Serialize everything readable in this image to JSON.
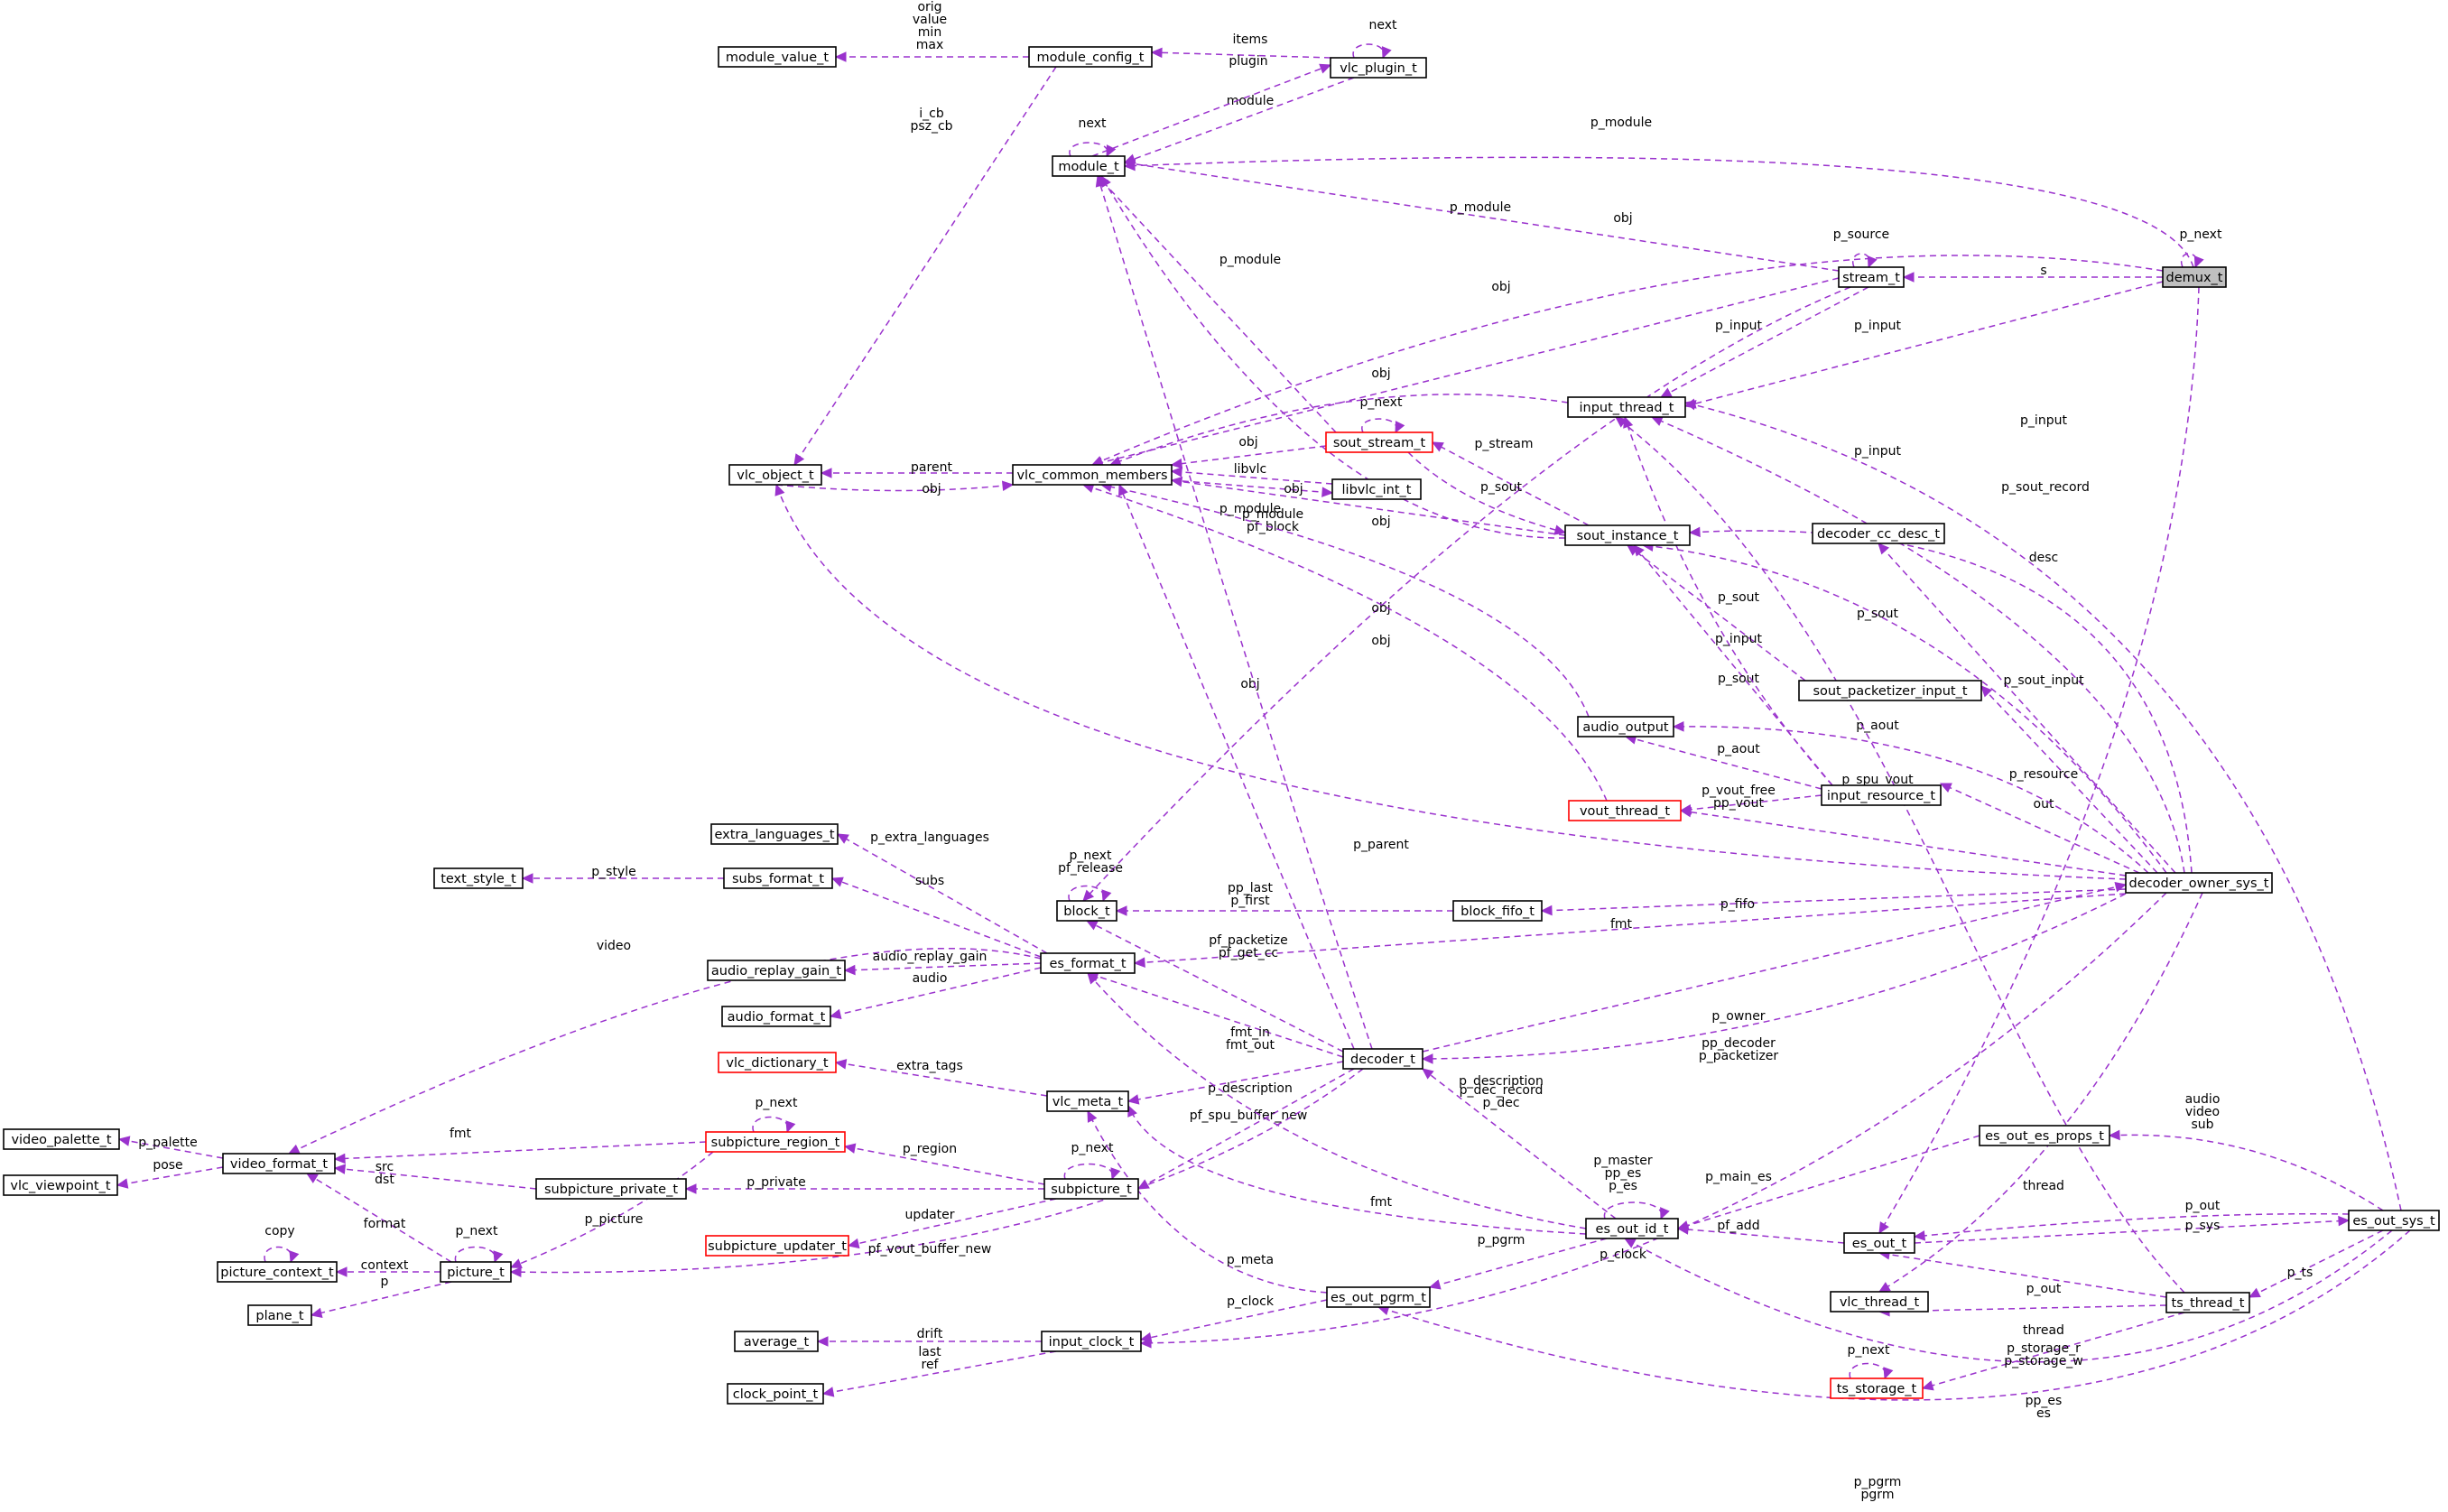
{
  "diagram": {
    "focus": "demux_t",
    "colors": {
      "edge": "#9a32cd",
      "node_border": "#000000",
      "incomplete_node_border": "#ff0000",
      "focus_fill": "#bfbfbf"
    },
    "nodes": [
      {
        "id": "demux_t",
        "label": "demux_t",
        "focus": true
      },
      {
        "id": "stream_t",
        "label": "stream_t"
      },
      {
        "id": "module_t",
        "label": "module_t"
      },
      {
        "id": "module_config_t",
        "label": "module_config_t"
      },
      {
        "id": "vlc_plugin_t",
        "label": "vlc_plugin_t"
      },
      {
        "id": "module_value_t",
        "label": "module_value_t"
      },
      {
        "id": "vlc_object_t",
        "label": "vlc_object_t"
      },
      {
        "id": "vlc_common_members",
        "label": "vlc_common_members"
      },
      {
        "id": "libvlc_int_t",
        "label": "libvlc_int_t"
      },
      {
        "id": "sout_stream_t",
        "label": "sout_stream_t",
        "incomplete": true
      },
      {
        "id": "input_thread_t",
        "label": "input_thread_t"
      },
      {
        "id": "sout_instance_t",
        "label": "sout_instance_t"
      },
      {
        "id": "decoder_cc_desc_t",
        "label": "decoder_cc_desc_t"
      },
      {
        "id": "sout_packetizer_input_t",
        "label": "sout_packetizer_input_t"
      },
      {
        "id": "audio_output",
        "label": "audio_output"
      },
      {
        "id": "vout_thread_t",
        "label": "vout_thread_t",
        "incomplete": true
      },
      {
        "id": "input_resource_t",
        "label": "input_resource_t"
      },
      {
        "id": "decoder_owner_sys_t",
        "label": "decoder_owner_sys_t"
      },
      {
        "id": "block_t",
        "label": "block_t"
      },
      {
        "id": "block_fifo_t",
        "label": "block_fifo_t"
      },
      {
        "id": "extra_languages_t",
        "label": "extra_languages_t"
      },
      {
        "id": "subs_format_t",
        "label": "subs_format_t"
      },
      {
        "id": "text_style_t",
        "label": "text_style_t"
      },
      {
        "id": "es_format_t",
        "label": "es_format_t"
      },
      {
        "id": "audio_replay_gain_t",
        "label": "audio_replay_gain_t"
      },
      {
        "id": "audio_format_t",
        "label": "audio_format_t"
      },
      {
        "id": "decoder_t",
        "label": "decoder_t"
      },
      {
        "id": "vlc_dictionary_t",
        "label": "vlc_dictionary_t",
        "incomplete": true
      },
      {
        "id": "vlc_meta_t",
        "label": "vlc_meta_t"
      },
      {
        "id": "video_palette_t",
        "label": "video_palette_t"
      },
      {
        "id": "video_format_t",
        "label": "video_format_t"
      },
      {
        "id": "vlc_viewpoint_t",
        "label": "vlc_viewpoint_t"
      },
      {
        "id": "subpicture_region_t",
        "label": "subpicture_region_t",
        "incomplete": true
      },
      {
        "id": "subpicture_private_t",
        "label": "subpicture_private_t"
      },
      {
        "id": "subpicture_t",
        "label": "subpicture_t"
      },
      {
        "id": "subpicture_updater_t",
        "label": "subpicture_updater_t",
        "incomplete": true
      },
      {
        "id": "picture_context_t",
        "label": "picture_context_t"
      },
      {
        "id": "picture_t",
        "label": "picture_t"
      },
      {
        "id": "plane_t",
        "label": "plane_t"
      },
      {
        "id": "es_out_es_props_t",
        "label": "es_out_es_props_t"
      },
      {
        "id": "es_out_id_t",
        "label": "es_out_id_t"
      },
      {
        "id": "es_out_t",
        "label": "es_out_t"
      },
      {
        "id": "es_out_sys_t",
        "label": "es_out_sys_t"
      },
      {
        "id": "es_out_pgrm_t",
        "label": "es_out_pgrm_t"
      },
      {
        "id": "vlc_thread_t",
        "label": "vlc_thread_t"
      },
      {
        "id": "ts_thread_t",
        "label": "ts_thread_t"
      },
      {
        "id": "ts_storage_t",
        "label": "ts_storage_t",
        "incomplete": true
      },
      {
        "id": "average_t",
        "label": "average_t"
      },
      {
        "id": "input_clock_t",
        "label": "input_clock_t"
      },
      {
        "id": "clock_point_t",
        "label": "clock_point_t"
      }
    ],
    "edges": [
      {
        "from": "demux_t",
        "to": "demux_t",
        "label": [
          "p_next"
        ]
      },
      {
        "from": "demux_t",
        "to": "stream_t",
        "label": [
          "s"
        ]
      },
      {
        "from": "demux_t",
        "to": "module_t",
        "label": [
          "p_module"
        ]
      },
      {
        "from": "demux_t",
        "to": "vlc_common_members",
        "label": [
          "obj"
        ]
      },
      {
        "from": "demux_t",
        "to": "input_thread_t",
        "label": [
          "p_input"
        ]
      },
      {
        "from": "demux_t",
        "to": "es_out_t",
        "label": [
          "out"
        ]
      },
      {
        "from": "stream_t",
        "to": "stream_t",
        "label": [
          "p_source"
        ]
      },
      {
        "from": "stream_t",
        "to": "module_t",
        "label": [
          "p_module"
        ]
      },
      {
        "from": "stream_t",
        "to": "vlc_common_members",
        "label": [
          "obj"
        ]
      },
      {
        "from": "stream_t",
        "to": "input_thread_t",
        "label": [
          "p_input"
        ]
      },
      {
        "from": "stream_t",
        "to": "block_t",
        "label": []
      },
      {
        "from": "module_t",
        "to": "module_t",
        "label": [
          "next"
        ]
      },
      {
        "from": "module_config_t",
        "to": "module_value_t",
        "label": [
          "orig",
          "value",
          "min",
          "max"
        ]
      },
      {
        "from": "module_config_t",
        "to": "vlc_object_t",
        "label": [
          "i_cb",
          "psz_cb"
        ]
      },
      {
        "from": "vlc_plugin_t",
        "to": "module_config_t",
        "label": [
          "items"
        ]
      },
      {
        "from": "vlc_plugin_t",
        "to": "vlc_plugin_t",
        "label": [
          "next"
        ]
      },
      {
        "from": "vlc_plugin_t",
        "to": "module_t",
        "label": [
          "module"
        ]
      },
      {
        "from": "module_t",
        "to": "vlc_plugin_t",
        "label": [
          "plugin"
        ]
      },
      {
        "from": "vlc_common_members",
        "to": "vlc_object_t",
        "label": [
          "parent"
        ]
      },
      {
        "from": "vlc_object_t",
        "to": "vlc_common_members",
        "label": [
          "obj"
        ]
      },
      {
        "from": "libvlc_int_t",
        "to": "vlc_common_members",
        "label": [
          "libvlc"
        ]
      },
      {
        "from": "vlc_common_members",
        "to": "libvlc_int_t",
        "label": [
          "obj"
        ]
      },
      {
        "from": "sout_stream_t",
        "to": "sout_stream_t",
        "label": [
          "p_next"
        ]
      },
      {
        "from": "sout_stream_t",
        "to": "vlc_common_members",
        "label": [
          "obj"
        ]
      },
      {
        "from": "sout_stream_t",
        "to": "module_t",
        "label": [
          "p_module"
        ]
      },
      {
        "from": "input_thread_t",
        "to": "vlc_common_members",
        "label": [
          "obj"
        ]
      },
      {
        "from": "sout_instance_t",
        "to": "sout_stream_t",
        "label": [
          "p_stream"
        ]
      },
      {
        "from": "sout_stream_t",
        "to": "sout_instance_t",
        "label": [
          "p_sout"
        ]
      },
      {
        "from": "sout_instance_t",
        "to": "vlc_common_members",
        "label": [
          "obj"
        ]
      },
      {
        "from": "sout_instance_t",
        "to": "module_t",
        "label": [
          "p_module",
          "pf_block"
        ]
      },
      {
        "from": "decoder_owner_sys_t",
        "to": "input_thread_t",
        "label": [
          "p_input"
        ]
      },
      {
        "from": "decoder_owner_sys_t",
        "to": "sout_instance_t",
        "label": [
          "p_sout_record"
        ]
      },
      {
        "from": "decoder_owner_sys_t",
        "to": "decoder_cc_desc_t",
        "label": [
          "desc"
        ]
      },
      {
        "from": "decoder_owner_sys_t",
        "to": "sout_instance_t",
        "label": [
          "p_sout"
        ]
      },
      {
        "from": "decoder_owner_sys_t",
        "to": "sout_packetizer_input_t",
        "label": [
          "p_sout_input"
        ]
      },
      {
        "from": "decoder_owner_sys_t",
        "to": "audio_output",
        "label": [
          "p_aout"
        ]
      },
      {
        "from": "decoder_owner_sys_t",
        "to": "input_resource_t",
        "label": [
          "p_resource"
        ]
      },
      {
        "from": "decoder_owner_sys_t",
        "to": "vout_thread_t",
        "label": [
          "p_spu_vout",
          "p_vout"
        ]
      },
      {
        "from": "decoder_owner_sys_t",
        "to": "vlc_object_t",
        "label": [
          "p_parent"
        ]
      },
      {
        "from": "decoder_owner_sys_t",
        "to": "block_fifo_t",
        "label": [
          "p_fifo"
        ]
      },
      {
        "from": "decoder_owner_sys_t",
        "to": "es_format_t",
        "label": [
          "fmt"
        ]
      },
      {
        "from": "decoder_owner_sys_t",
        "to": "decoder_t",
        "label": [
          "pp_decoder",
          "p_packetizer"
        ]
      },
      {
        "from": "decoder_owner_sys_t",
        "to": "vlc_thread_t",
        "label": [
          "thread"
        ]
      },
      {
        "from": "sout_packetizer_input_t",
        "to": "sout_instance_t",
        "label": [
          "p_sout"
        ]
      },
      {
        "from": "input_resource_t",
        "to": "sout_instance_t",
        "label": [
          "p_sout"
        ]
      },
      {
        "from": "input_resource_t",
        "to": "input_thread_t",
        "label": [
          "p_input"
        ]
      },
      {
        "from": "input_resource_t",
        "to": "audio_output",
        "label": [
          "p_aout"
        ]
      },
      {
        "from": "input_resource_t",
        "to": "vout_thread_t",
        "label": [
          "p_vout_free",
          "pp_vout"
        ]
      },
      {
        "from": "audio_output",
        "to": "vlc_common_members",
        "label": [
          "obj"
        ]
      },
      {
        "from": "vout_thread_t",
        "to": "vlc_common_members",
        "label": [
          "obj"
        ]
      },
      {
        "from": "block_fifo_t",
        "to": "block_t",
        "label": [
          "pp_last",
          "p_first"
        ]
      },
      {
        "from": "block_t",
        "to": "block_t",
        "label": [
          "p_next",
          "pf_release"
        ]
      },
      {
        "from": "es_format_t",
        "to": "extra_languages_t",
        "label": [
          "p_extra_languages"
        ]
      },
      {
        "from": "es_format_t",
        "to": "subs_format_t",
        "label": [
          "subs"
        ]
      },
      {
        "from": "subs_format_t",
        "to": "text_style_t",
        "label": [
          "p_style"
        ]
      },
      {
        "from": "es_format_t",
        "to": "video_format_t",
        "label": [
          "video"
        ]
      },
      {
        "from": "es_format_t",
        "to": "audio_replay_gain_t",
        "label": [
          "audio_replay_gain"
        ]
      },
      {
        "from": "es_format_t",
        "to": "audio_format_t",
        "label": [
          "audio"
        ]
      },
      {
        "from": "decoder_t",
        "to": "block_t",
        "label": [
          "pf_packetize",
          "pf_get_cc"
        ]
      },
      {
        "from": "decoder_t",
        "to": "es_format_t",
        "label": [
          "fmt_in",
          "fmt_out"
        ]
      },
      {
        "from": "decoder_t",
        "to": "vlc_common_members",
        "label": [
          "obj"
        ]
      },
      {
        "from": "decoder_t",
        "to": "module_t",
        "label": [
          "p_module"
        ]
      },
      {
        "from": "decoder_t",
        "to": "vlc_meta_t",
        "label": [
          "p_description"
        ]
      },
      {
        "from": "decoder_t",
        "to": "subpicture_t",
        "label": [
          "pf_spu_buffer_new"
        ]
      },
      {
        "from": "decoder_t",
        "to": "picture_t",
        "label": [
          "pf_vout_buffer_new"
        ]
      },
      {
        "from": "decoder_t",
        "to": "decoder_owner_sys_t",
        "label": [
          "p_owner"
        ]
      },
      {
        "from": "vlc_meta_t",
        "to": "vlc_dictionary_t",
        "label": [
          "extra_tags"
        ]
      },
      {
        "from": "video_format_t",
        "to": "video_palette_t",
        "label": [
          "p_palette"
        ]
      },
      {
        "from": "video_format_t",
        "to": "vlc_viewpoint_t",
        "label": [
          "pose"
        ]
      },
      {
        "from": "subpicture_region_t",
        "to": "video_format_t",
        "label": [
          "fmt"
        ]
      },
      {
        "from": "subpicture_region_t",
        "to": "subpicture_region_t",
        "label": [
          "p_next"
        ]
      },
      {
        "from": "subpicture_region_t",
        "to": "picture_t",
        "label": [
          "p_picture"
        ]
      },
      {
        "from": "subpicture_private_t",
        "to": "video_format_t",
        "label": [
          "src",
          "dst"
        ]
      },
      {
        "from": "subpicture_t",
        "to": "subpicture_region_t",
        "label": [
          "p_region"
        ]
      },
      {
        "from": "subpicture_t",
        "to": "subpicture_private_t",
        "label": [
          "p_private"
        ]
      },
      {
        "from": "subpicture_t",
        "to": "subpicture_t",
        "label": [
          "p_next"
        ]
      },
      {
        "from": "subpicture_t",
        "to": "subpicture_updater_t",
        "label": [
          "updater"
        ]
      },
      {
        "from": "picture_t",
        "to": "video_format_t",
        "label": [
          "format"
        ]
      },
      {
        "from": "picture_t",
        "to": "picture_t",
        "label": [
          "p_next"
        ]
      },
      {
        "from": "picture_t",
        "to": "picture_context_t",
        "label": [
          "context"
        ]
      },
      {
        "from": "picture_context_t",
        "to": "picture_context_t",
        "label": [
          "copy"
        ]
      },
      {
        "from": "picture_t",
        "to": "plane_t",
        "label": [
          "p"
        ]
      },
      {
        "from": "es_out_id_t",
        "to": "decoder_t",
        "label": [
          "p_dec_record",
          "p_dec"
        ]
      },
      {
        "from": "es_out_id_t",
        "to": "es_out_id_t",
        "label": [
          "p_master",
          "pp_es",
          "p_es"
        ]
      },
      {
        "from": "es_out_es_props_t",
        "to": "es_out_id_t",
        "label": [
          "p_main_es"
        ]
      },
      {
        "from": "es_out_id_t",
        "to": "es_format_t",
        "label": [
          "fmt"
        ]
      },
      {
        "from": "es_out_id_t",
        "to": "vlc_meta_t",
        "label": [
          "p_description"
        ]
      },
      {
        "from": "es_out_id_t",
        "to": "es_out_pgrm_t",
        "label": [
          "p_pgrm"
        ]
      },
      {
        "from": "es_out_t",
        "to": "es_out_id_t",
        "label": [
          "pf_add"
        ]
      },
      {
        "from": "es_out_t",
        "to": "es_out_sys_t",
        "label": [
          "p_sys"
        ]
      },
      {
        "from": "es_out_sys_t",
        "to": "es_out_t",
        "label": [
          "p_out"
        ]
      },
      {
        "from": "es_out_sys_t",
        "to": "es_out_es_props_t",
        "label": [
          "audio",
          "video",
          "sub"
        ]
      },
      {
        "from": "es_out_sys_t",
        "to": "input_thread_t",
        "label": [
          "p_input"
        ]
      },
      {
        "from": "es_out_sys_t",
        "to": "ts_thread_t",
        "label": [
          "p_ts"
        ]
      },
      {
        "from": "es_out_sys_t",
        "to": "es_out_id_t",
        "label": [
          "pp_es",
          "es"
        ]
      },
      {
        "from": "es_out_sys_t",
        "to": "es_out_pgrm_t",
        "label": [
          "p_pgrm",
          "pgrm"
        ]
      },
      {
        "from": "ts_thread_t",
        "to": "es_out_t",
        "label": [
          "p_out"
        ]
      },
      {
        "from": "ts_thread_t",
        "to": "vlc_thread_t",
        "label": [
          "thread"
        ]
      },
      {
        "from": "ts_thread_t",
        "to": "ts_storage_t",
        "label": [
          "p_storage_r",
          "p_storage_w"
        ]
      },
      {
        "from": "ts_thread_t",
        "to": "input_thread_t",
        "label": []
      },
      {
        "from": "ts_storage_t",
        "to": "ts_storage_t",
        "label": [
          "p_next"
        ]
      },
      {
        "from": "es_out_pgrm_t",
        "to": "input_clock_t",
        "label": [
          "p_clock"
        ]
      },
      {
        "from": "es_out_pgrm_t",
        "to": "vlc_meta_t",
        "label": [
          "p_meta"
        ]
      },
      {
        "from": "decoder_owner_sys_t",
        "to": "input_clock_t",
        "label": [
          "p_clock"
        ]
      },
      {
        "from": "input_clock_t",
        "to": "average_t",
        "label": [
          "drift"
        ]
      },
      {
        "from": "input_clock_t",
        "to": "clock_point_t",
        "label": [
          "last",
          "ref"
        ]
      }
    ]
  }
}
